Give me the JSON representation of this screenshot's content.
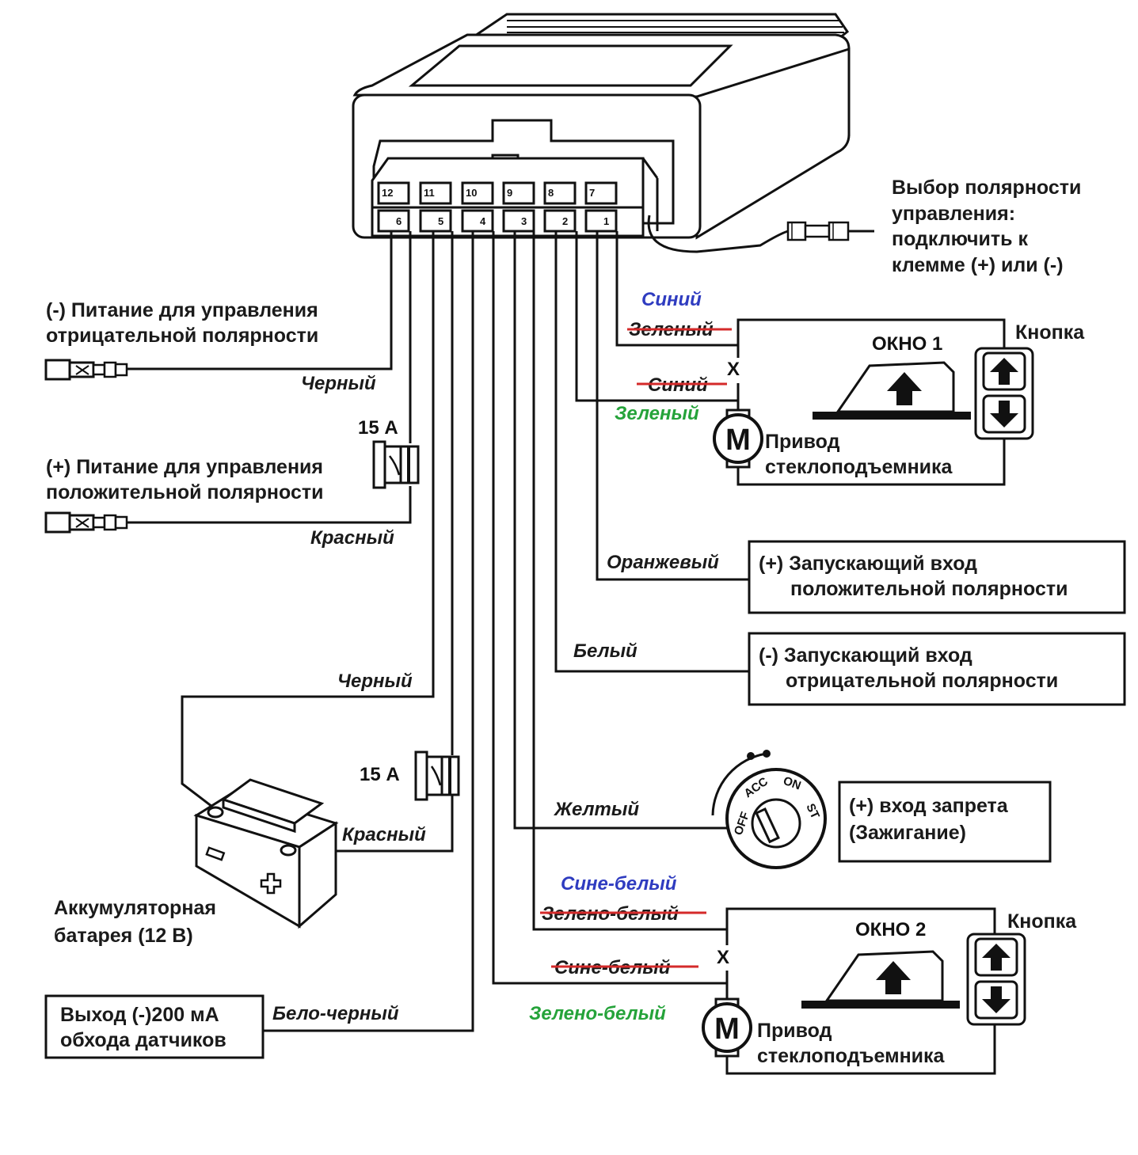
{
  "connector_pins_top": [
    "12",
    "11",
    "10",
    "9",
    "8",
    "7"
  ],
  "connector_pins_bottom": [
    "6",
    "5",
    "4",
    "3",
    "2",
    "1"
  ],
  "polarity": {
    "line1": "Выбор полярности",
    "line2": "управления:",
    "line3": "подключить к",
    "line4": "клемме (+) или (-)"
  },
  "neg_power": {
    "line1": "(-) Питание для управления",
    "line2": "отрицательной полярности",
    "wire": "Черный"
  },
  "pos_power": {
    "line1": "(+) Питание для управления",
    "line2": "положительной полярности",
    "wire": "Красный",
    "fuse": "15 А"
  },
  "battery": {
    "line1": "Аккумуляторная",
    "line2": "батарея (12 В)",
    "neg_wire": "Черный",
    "pos_wire": "Красный",
    "fuse": "15 А"
  },
  "bypass": {
    "line1": "Выход (-)200 мА",
    "line2": "обхода датчиков",
    "wire": "Бело-черный"
  },
  "window1": {
    "title": "ОКНО 1",
    "button_label": "Кнопка",
    "cross": "X",
    "motor_letter": "M",
    "motor_line1": "Привод",
    "motor_line2": "стеклоподъемника",
    "wire_a_new": "Синий",
    "wire_a_old": "Зеленый",
    "wire_b_old": "Синий",
    "wire_b_new": "Зеленый"
  },
  "trigger_pos": {
    "wire": "Оранжевый",
    "line1": "(+) Запускающий вход",
    "line2": "положительной полярности"
  },
  "trigger_neg": {
    "wire": "Белый",
    "line1": "(-) Запускающий вход",
    "line2": "отрицательной полярности"
  },
  "ignition": {
    "wire": "Желтый",
    "line1": "(+) вход запрета",
    "line2": "(Зажигание)",
    "positions": [
      "OFF",
      "ACC",
      "ON",
      "ST"
    ]
  },
  "window2": {
    "title": "ОКНО 2",
    "button_label": "Кнопка",
    "cross": "X",
    "motor_letter": "M",
    "motor_line1": "Привод",
    "motor_line2": "стеклоподъемника",
    "wire_a_new": "Сине-белый",
    "wire_a_old": "Зелено-белый",
    "wire_b_old": "Сине-белый",
    "wire_b_new": "Зелено-белый"
  },
  "colors": {
    "line": "#111111",
    "new_wire_blue": "#2f3cc0",
    "new_wire_green": "#25a33a",
    "strike": "#d42a2a"
  }
}
